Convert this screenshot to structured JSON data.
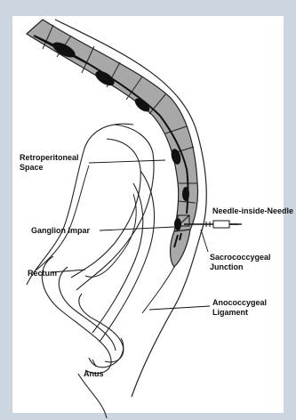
{
  "diagram": {
    "labels": {
      "retroperitoneal_line1": "Retroperitoneal",
      "retroperitoneal_line2": "Space",
      "needle": "Needle-inside-Needle",
      "ganglion": "Ganglion Impar",
      "sacro_line1": "Sacrococcygeal",
      "sacro_line2": "Junction",
      "rectum": "Rectum",
      "anococ_line1": "Anococcygeal",
      "anococ_line2": "Ligament",
      "anus": "Anus"
    }
  }
}
